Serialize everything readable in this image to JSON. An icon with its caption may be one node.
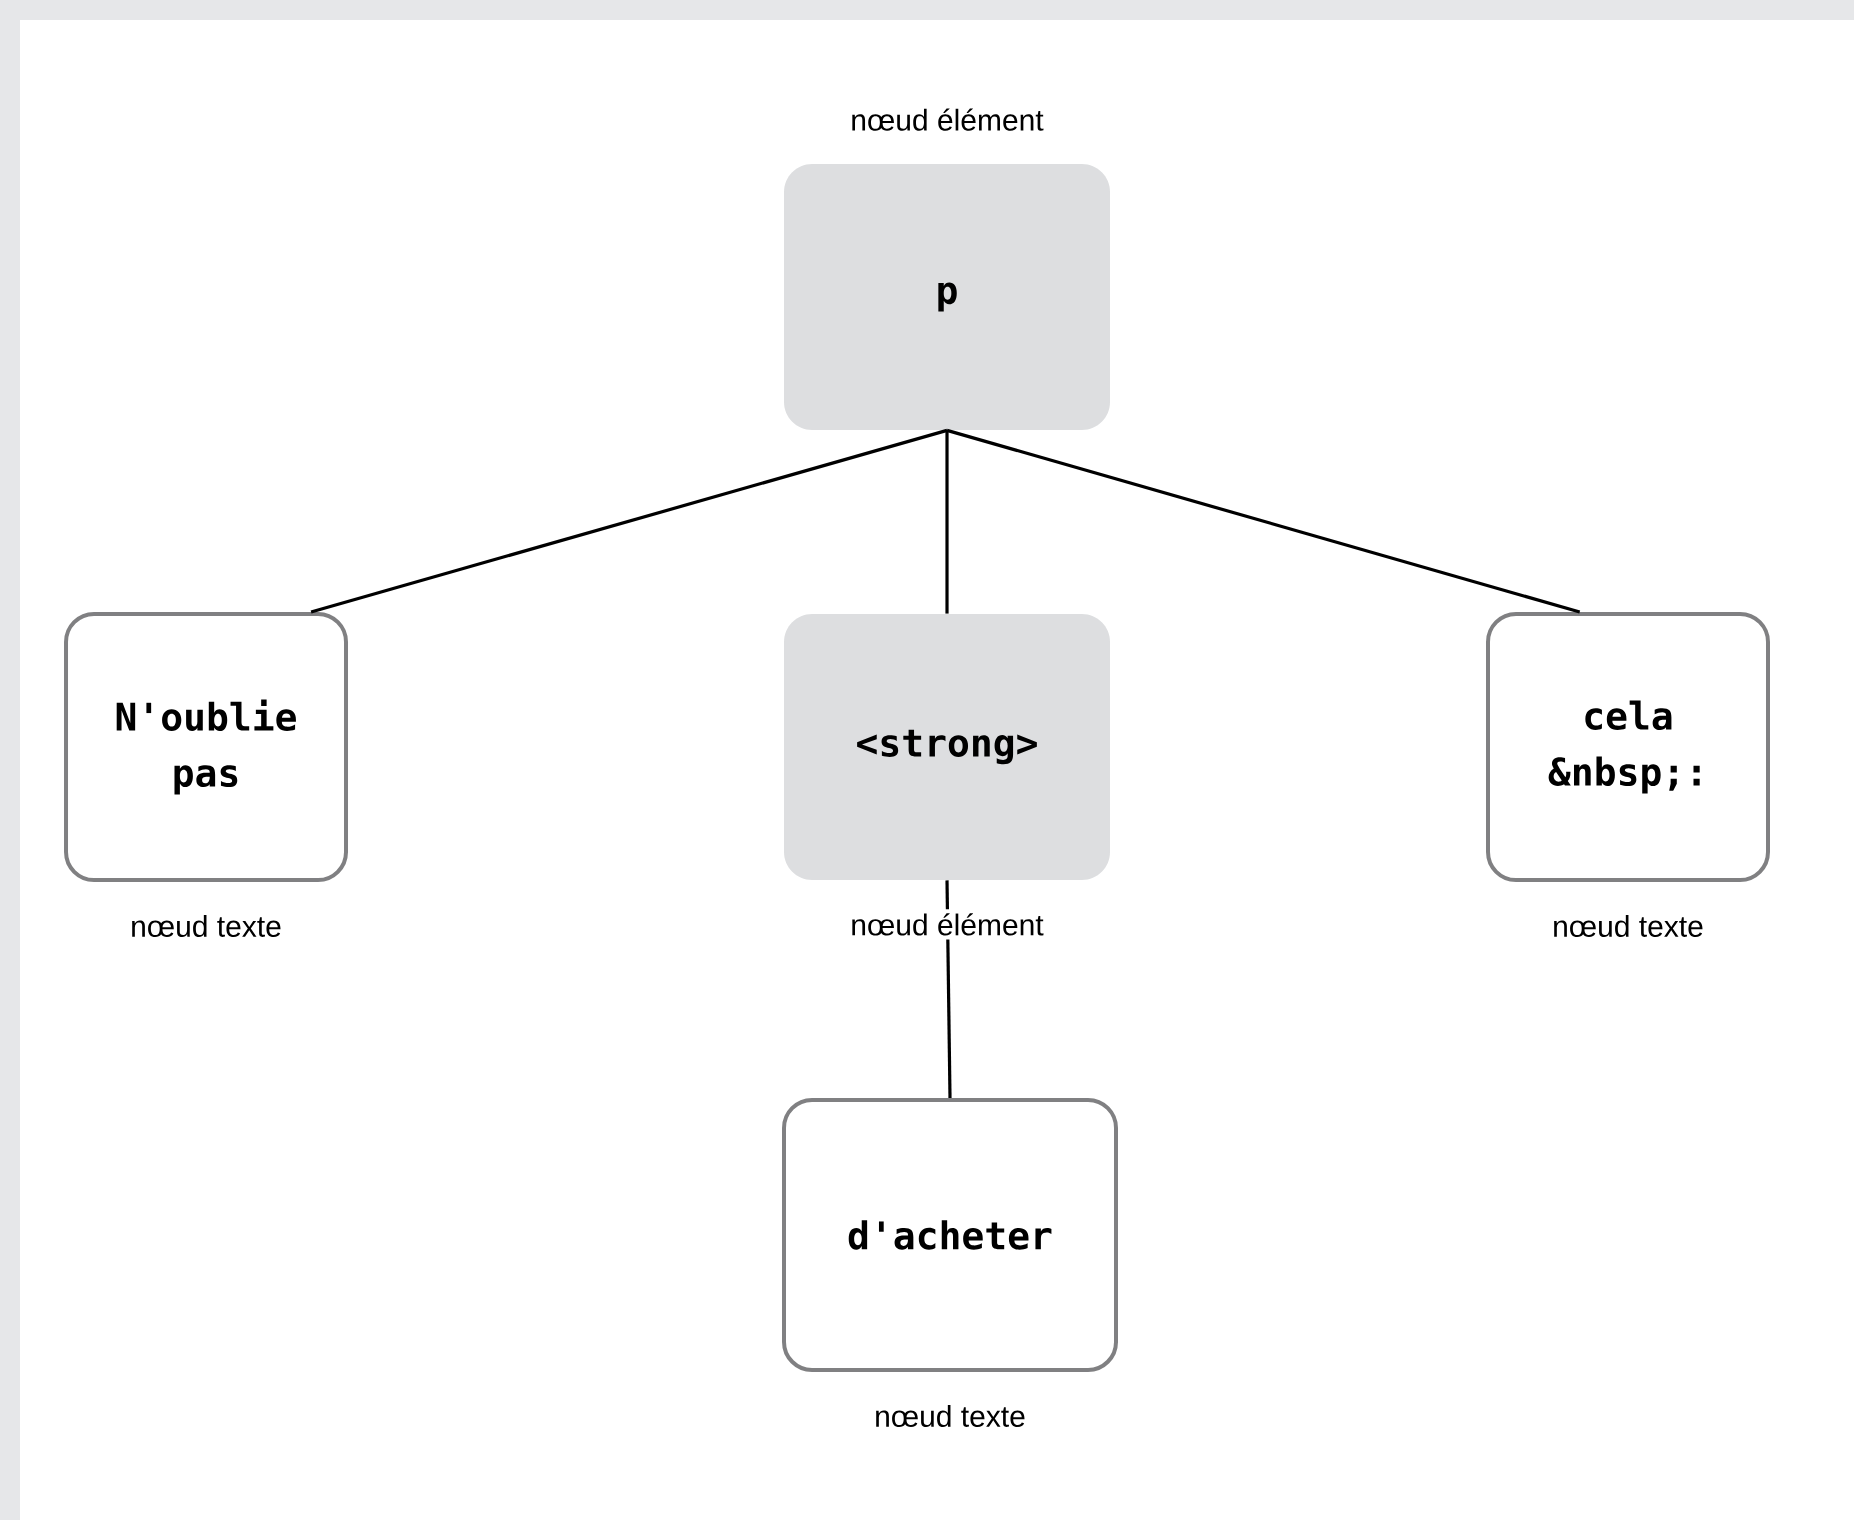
{
  "diagram": {
    "nodes": [
      {
        "text": [
          "p"
        ],
        "beside": [
          "nœud élément"
        ]
      },
      {
        "text": [
          "N'oublie pas"
        ],
        "beside": [
          "nœud texte"
        ]
      },
      {
        "text": [
          "<strong>"
        ],
        "beside": [
          "nœud élément"
        ]
      },
      {
        "text": [
          "cela &nbsp;:"
        ],
        "beside": [
          "nœud texte"
        ]
      },
      {
        "text": [
          "d'acheter"
        ],
        "beside": [
          "nœud texte"
        ]
      }
    ],
    "edges": [
      {
        "from": 0,
        "to": 1,
        "arrow": "none"
      },
      {
        "from": 0,
        "to": 2,
        "arrow": "none"
      },
      {
        "from": 0,
        "to": 3,
        "arrow": "none"
      },
      {
        "from": 2,
        "to": 4,
        "arrow": "none"
      }
    ]
  }
}
